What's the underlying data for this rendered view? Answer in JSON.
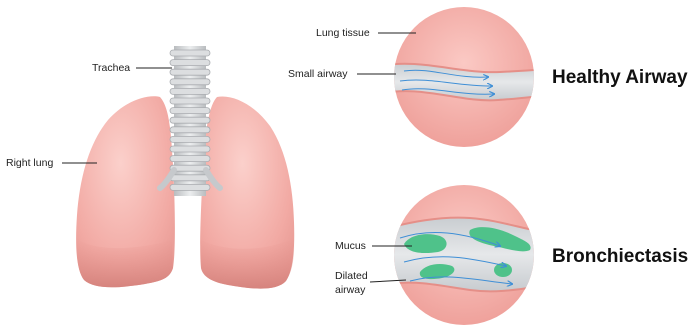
{
  "labels": {
    "trachea": "Trachea",
    "right_lung": "Right lung",
    "lung_tissue": "Lung tissue",
    "small_airway": "Small airway",
    "mucus": "Mucus",
    "dilated_airway_line1": "Dilated",
    "dilated_airway_line2": "airway"
  },
  "titles": {
    "healthy": "Healthy Airway",
    "disease": "Bronchiectasis"
  },
  "colors": {
    "lung_pink": "#f2a6a0",
    "tissue_pink": "#f4aaa5",
    "airway_grey": "#d7dadd",
    "flow_blue": "#3f8fd6",
    "mucus_green": "#4fc28a",
    "trachea_grey": "#d6d8da"
  }
}
